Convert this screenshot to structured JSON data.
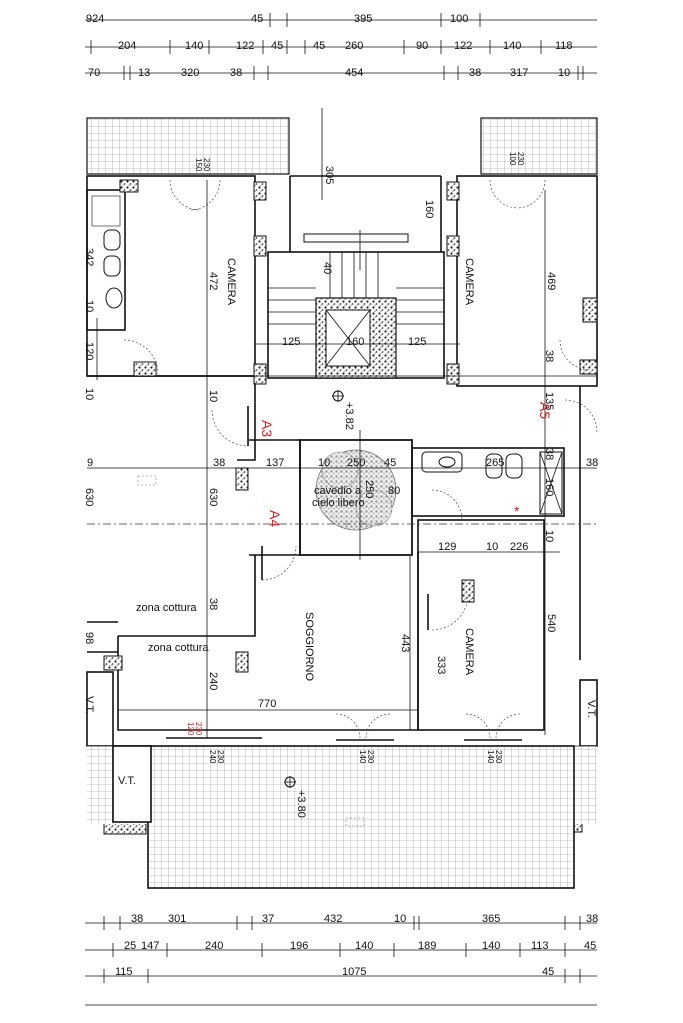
{
  "dimension_rows": {
    "row1": [
      "924",
      "45",
      "395",
      "100"
    ],
    "row2": [
      "204",
      "140",
      "122",
      "45",
      "45",
      "260",
      "90",
      "122",
      "140",
      "118"
    ],
    "row3": [
      "70",
      "13",
      "320",
      "38",
      "454",
      "38",
      "317",
      "10"
    ],
    "bottom1": [
      "38",
      "301",
      "37",
      "432",
      "10",
      "365",
      "38"
    ],
    "bottom2": [
      "25",
      "147",
      "240",
      "196",
      "140",
      "189",
      "140",
      "113",
      "45"
    ],
    "bottom3": [
      "115",
      "1075",
      "45"
    ]
  },
  "rooms": {
    "camera_left": "CAMERA",
    "camera_right": "CAMERA",
    "camera_bottom": "CAMERA",
    "soggiorno": "SOGGIORNO",
    "zona_cottura_1": "zona cottura",
    "zona_cottura_2": "zona cottura",
    "vt_left": "V.T.",
    "vt_right": "V.T.",
    "vt_box": "V.T."
  },
  "sections": {
    "a3": "A3",
    "a4": "A4",
    "a5": "A5"
  },
  "levels": {
    "upper": "+3.82",
    "terrace": "+3.80"
  },
  "void_label": {
    "line1": "cavedio a",
    "line2": "cielo libero"
  },
  "interior_dims": {
    "d305": "305",
    "d160a": "160",
    "d40": "40",
    "d472": "472",
    "d469": "469",
    "d342": "342",
    "d10a": "10",
    "d120": "120",
    "d10b": "10",
    "d125a": "125",
    "d160b": "160",
    "d125b": "125",
    "d10c": "10",
    "d38a": "38",
    "d135": "135",
    "d9": "9",
    "d38b": "38",
    "d137": "137",
    "d10d": "10",
    "d250": "250",
    "d45": "45",
    "d265": "265",
    "d38c": "38",
    "d38d": "38",
    "d630a": "630",
    "d630b": "630",
    "d250v": "250",
    "d80": "80",
    "d160c": "160",
    "d10e": "10",
    "d129": "129",
    "d10f": "10",
    "d226": "226",
    "d38e": "38",
    "d98": "98",
    "d240v": "240",
    "d443": "443",
    "d333": "333",
    "d540": "540",
    "d770": "770"
  },
  "window_tags": {
    "w1": [
      "150",
      "230"
    ],
    "w2": [
      "100",
      "230"
    ],
    "w3": [
      "120",
      "230"
    ],
    "w4": [
      "240",
      "230"
    ],
    "w5": [
      "140",
      "230"
    ],
    "w6": [
      "140",
      "230"
    ]
  },
  "marker": "*"
}
